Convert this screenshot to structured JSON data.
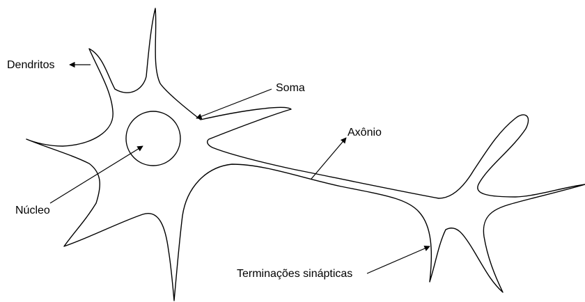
{
  "labels": {
    "dendrites": "Dendritos",
    "soma": "Soma",
    "nucleus": "Núcleo",
    "axon": "Axônio",
    "terminals": "Terminações sinápticas"
  },
  "colors": {
    "background": "#ffffff",
    "line": "#000000"
  }
}
